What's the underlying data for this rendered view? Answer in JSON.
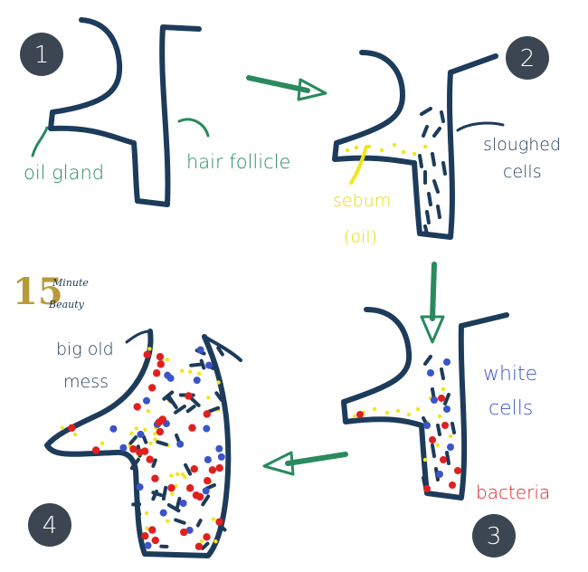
{
  "steps": [
    {
      "number": "1"
    },
    {
      "number": "2"
    },
    {
      "number": "3"
    },
    {
      "number": "4"
    }
  ],
  "labels": {
    "oil_gland": "oil gland",
    "hair_follicle": "hair follicle",
    "sebum_line1": "sebum",
    "sebum_line2": "(oil)",
    "sloughed_line1": "sloughed",
    "sloughed_line2": "cells",
    "white_line1": "white",
    "white_line2": "cells",
    "bacteria": "bacteria",
    "mess_line1": "big old",
    "mess_line2": "mess"
  },
  "logo": {
    "number": "15",
    "word1": "Minute",
    "word2": "Beauty"
  },
  "colors": {
    "outline": "#1d3b5a",
    "green": "#2a8a5e",
    "sebum_yellow": "#f2e51c",
    "white_cells": "#3a55c8",
    "bacteria": "#e02020",
    "circle": "#3b4652",
    "logo_gold": "#b89a3a"
  },
  "icons": {
    "arrow": "arrow-icon",
    "step_badge": "circle-badge"
  }
}
